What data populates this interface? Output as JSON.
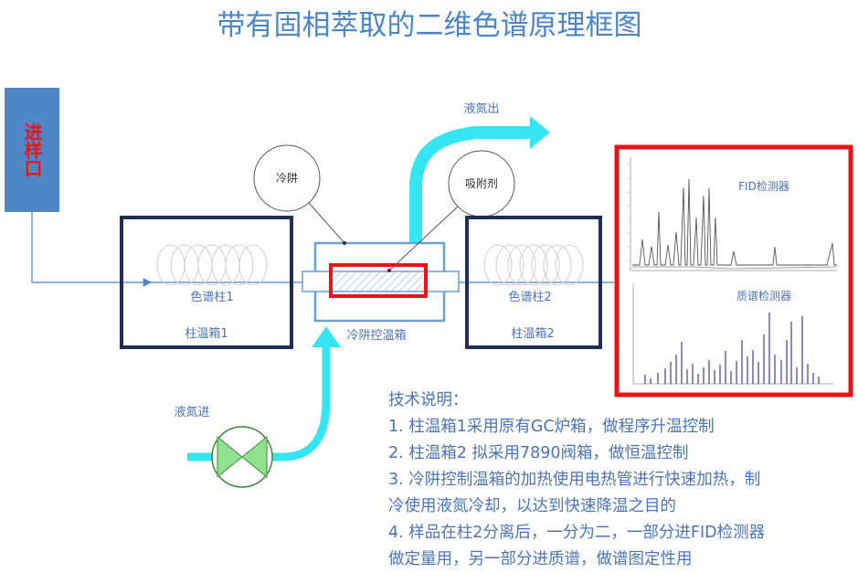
{
  "title": "带有固相萃取的二维色谱原理框图",
  "inlet": {
    "label": "进样口"
  },
  "cold_trap_bubble": {
    "label": "冷阱"
  },
  "adsorbent_bubble": {
    "label": "吸附剂"
  },
  "column1": {
    "label": "色谱柱1",
    "oven": "柱温箱1"
  },
  "cryo_box": {
    "label": "冷阱控温箱"
  },
  "column2": {
    "label": "色谱柱2",
    "oven": "柱温箱2"
  },
  "ln2_out": {
    "label": "液氮出"
  },
  "ln2_in": {
    "label": "液氮进"
  },
  "detectors": {
    "fid": "FID检测器",
    "ms": "质谱检测器"
  },
  "notes": {
    "heading": "技术说明：",
    "lines": [
      "1. 柱温箱1采用原有GC炉箱，做程序升温控制",
      "2. 柱温箱2 拟采用7890阀箱，做恒温控制",
      "3. 冷阱控制温箱的加热使用电热管进行快速加热，制",
      "冷使用液氮冷却，以达到快速降温之目的",
      "4. 样品在柱2分离后，一分为二，一部分进FID检测器",
      "做定量用，另一部分进质谱，做谱图定性用"
    ]
  },
  "colors": {
    "title": "#4a86c5",
    "text": "#4a74b5",
    "navy": "#1f2d5a",
    "cyan": "#35e6f2",
    "inlet_fill": "#4f86c6",
    "red": "#e8141c",
    "valve_green": "#8fe08f"
  }
}
